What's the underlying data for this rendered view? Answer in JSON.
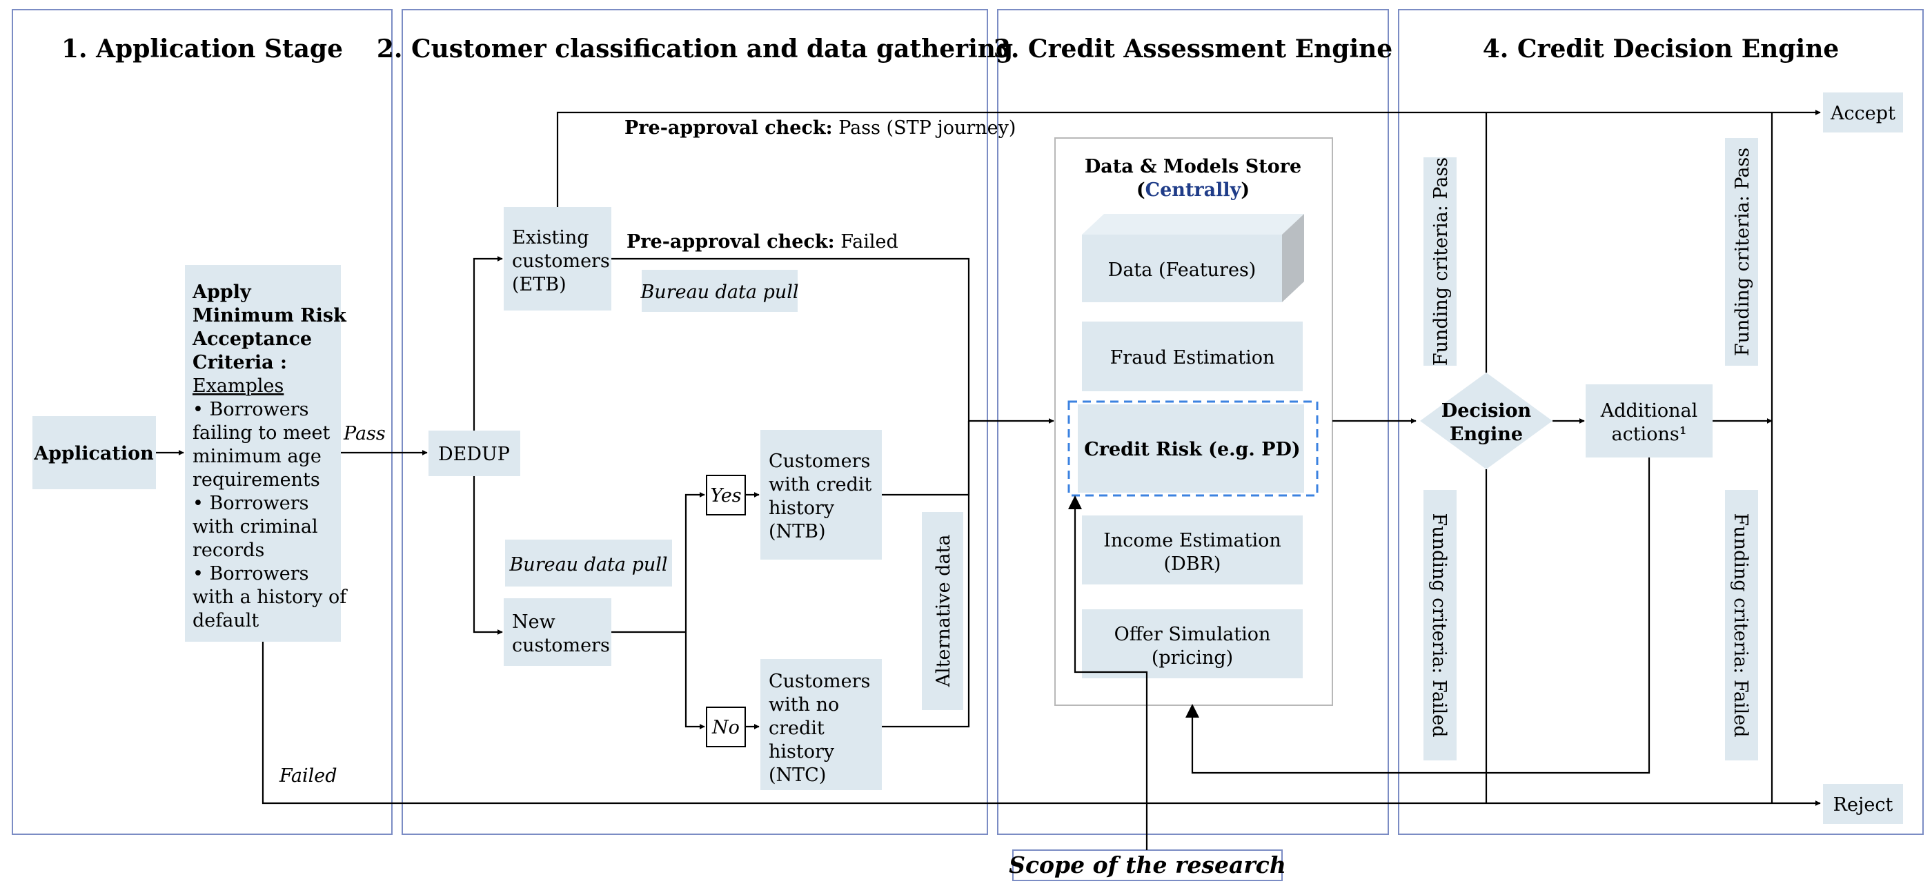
{
  "stages": {
    "s1": "1. Application Stage",
    "s2": "2. Customer classification and data gathering",
    "s3": "3. Credit Assessment Engine",
    "s4": "4. Credit Decision Engine"
  },
  "nodes": {
    "application": "Application",
    "criteria": {
      "l1": "Apply",
      "l2": "Minimum Risk",
      "l3": "Acceptance",
      "l4": "Criteria :",
      "l5": "Examples",
      "l6": "• Borrowers",
      "l7": "failing to meet",
      "l8": "minimum age",
      "l9": "requirements",
      "l10": "• Borrowers",
      "l11": "with criminal",
      "l12": "records",
      "l13": "• Borrowers",
      "l14": "with a history of",
      "l15": "default"
    },
    "dedup": "DEDUP",
    "existing": {
      "l1": "Existing",
      "l2": "customers",
      "l3": "(ETB)"
    },
    "new_customers": {
      "l1": "New",
      "l2": "customers"
    },
    "bureau_pull_1": "Bureau data pull",
    "bureau_pull_2": "Bureau data pull",
    "yes": "Yes",
    "no": "No",
    "ntb": {
      "l1": "Customers",
      "l2": "with credit",
      "l3": "history",
      "l4": "(NTB)"
    },
    "ntc": {
      "l1": "Customers",
      "l2": "with no",
      "l3": "credit",
      "l4": "history",
      "l5": "(NTC)"
    },
    "alt_data": "Alternative data",
    "store_title": "Data & Models Store",
    "store_paren_open": "(",
    "store_centrally": "Centrally",
    "store_paren_close": ")",
    "data_features": "Data (Features)",
    "fraud": "Fraud Estimation",
    "credit_risk": "Credit Risk (e.g. PD)",
    "income": {
      "l1": "Income Estimation",
      "l2": "(DBR)"
    },
    "offer": {
      "l1": "Offer Simulation",
      "l2": "(pricing)"
    },
    "decision_engine": {
      "l1": "Decision",
      "l2": "Engine"
    },
    "additional": {
      "l1": "Additional",
      "l2": "actions¹"
    },
    "funding_pass_1": "Funding criteria: Pass",
    "funding_pass_2": "Funding criteria: Pass",
    "funding_failed_1": "Funding criteria: Failed",
    "funding_failed_2": "Funding criteria: Failed",
    "accept": "Accept",
    "reject": "Reject",
    "scope": "Scope of the research"
  },
  "edge_labels": {
    "pass": "Pass",
    "failed": "Failed",
    "preapproval_pass_bold": "Pre-approval check:",
    "preapproval_pass_rest": " Pass (STP journey)",
    "preapproval_failed_bold": "Pre-approval check:",
    "preapproval_failed_rest": " Failed"
  },
  "colors": {
    "box_fill": "#dde8ef",
    "stage_border": "#7b8cc4",
    "dashed_border": "#3b82e0",
    "centrally_text": "#1f3c88",
    "store_border": "#b8b8b8",
    "line": "#000000"
  }
}
